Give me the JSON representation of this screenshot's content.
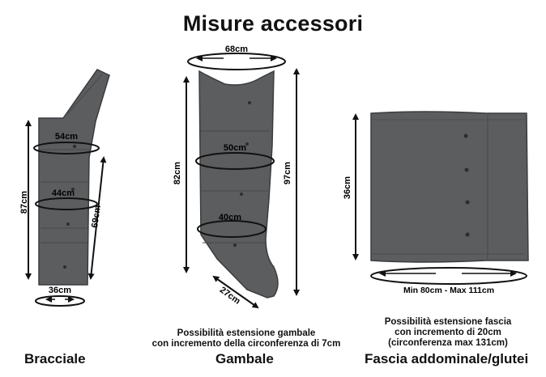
{
  "page": {
    "title": "Misure accessori"
  },
  "arm": {
    "name": "Bracciale",
    "height": "87cm",
    "length": "69cm",
    "circ_top": "54cm",
    "circ_mid": "44cm",
    "circ_bottom": "36cm"
  },
  "leg": {
    "name": "Gambale",
    "top_circ": "68cm",
    "height_left": "82cm",
    "height_right": "97cm",
    "circ_thigh": "50cm",
    "circ_knee": "40cm",
    "foot": "27cm",
    "note_line1": "Possibilità estensione gambale",
    "note_line2": "con incremento della circonferenza di 7cm"
  },
  "belt": {
    "name": "Fascia addominale/glutei",
    "height": "36cm",
    "width_range": "Min 80cm - Max 111cm",
    "note_line1": "Possibilità estensione fascia",
    "note_line2": "con incremento di 20cm",
    "note_line3": "(circonferenza max 131cm)"
  },
  "colors": {
    "fabric": "#5b5d5f",
    "fabric_dark": "#46484a",
    "seam": "#3a3c3e",
    "ink": "#111111"
  }
}
